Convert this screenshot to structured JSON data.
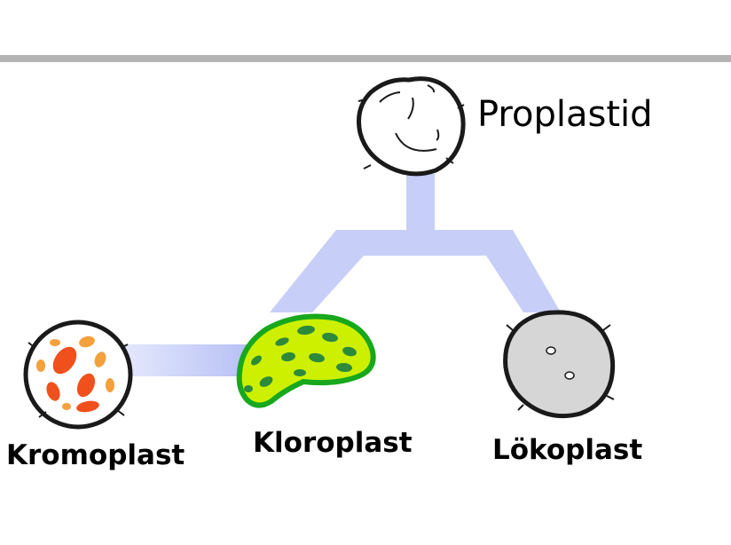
{
  "diagram": {
    "labels": {
      "proplastid": "Proplastid",
      "kromoplast": "Kromoplast",
      "kloroplast": "Kloroplast",
      "lokoplast": "Lökoplast"
    },
    "colors": {
      "top_rule": "#b3b3b3",
      "connector": "#c7cef8",
      "outline": "#1a1a1a",
      "proplastid_fill": "#ffffff",
      "kromoplast_fill": "#ffffff",
      "kromoplast_orange": "#f0501c",
      "kromoplast_amber": "#f4a03c",
      "kloroplast_fill": "#ccf000",
      "kloroplast_rim": "#17a81d",
      "kloroplast_thylakoid": "#2d8a3a",
      "lokoplast_fill": "#d6d6d6",
      "lokoplast_vesicle": "#ffffff"
    }
  }
}
